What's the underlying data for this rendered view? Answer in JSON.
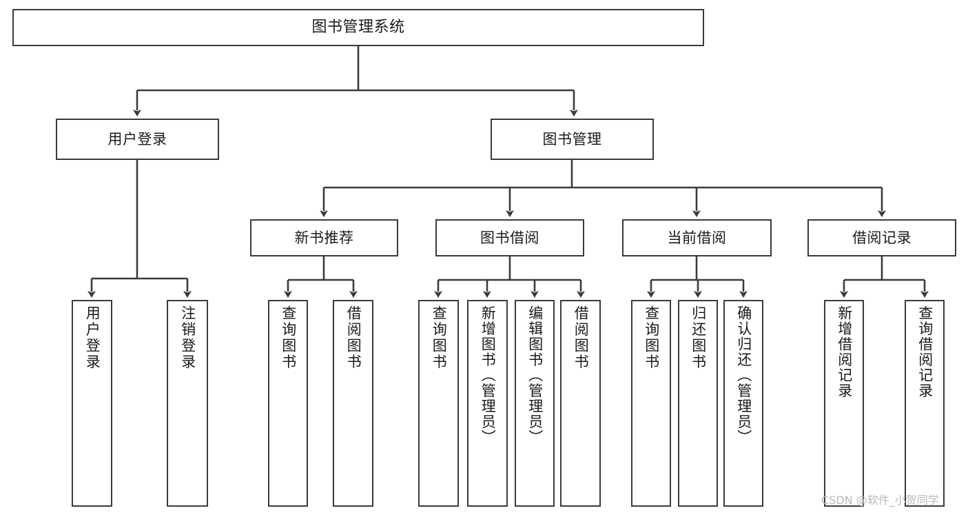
{
  "diagram": {
    "title": "图书管理系统",
    "type": "tree-hierarchy-chart",
    "root": {
      "id": "root",
      "label": "图书管理系统"
    },
    "level1": [
      {
        "id": "user-login",
        "label": "用户登录"
      },
      {
        "id": "book-manage",
        "label": "图书管理"
      }
    ],
    "level2": [
      {
        "id": "new-book-rec",
        "label": "新书推荐",
        "parent": "book-manage"
      },
      {
        "id": "book-borrow",
        "label": "图书借阅",
        "parent": "book-manage"
      },
      {
        "id": "current-borrow",
        "label": "当前借阅",
        "parent": "book-manage"
      },
      {
        "id": "borrow-record",
        "label": "借阅记录",
        "parent": "book-manage"
      }
    ],
    "leaves": {
      "user_login": [
        {
          "id": "leaf-user-login",
          "label": "用户登录"
        },
        {
          "id": "leaf-logout",
          "label": "注销登录"
        }
      ],
      "new_book_rec": [
        {
          "id": "leaf-query-book-1",
          "label": "查询图书"
        },
        {
          "id": "leaf-borrow-book-1",
          "label": "借阅图书"
        }
      ],
      "book_borrow": [
        {
          "id": "leaf-query-book-2",
          "label": "查询图书"
        },
        {
          "id": "leaf-add-book",
          "label": "新增图书（管理员）"
        },
        {
          "id": "leaf-edit-book",
          "label": "编辑图书（管理员）"
        },
        {
          "id": "leaf-borrow-book-2",
          "label": "借阅图书"
        }
      ],
      "current_borrow": [
        {
          "id": "leaf-query-book-3",
          "label": "查询图书"
        },
        {
          "id": "leaf-return-book",
          "label": "归还图书"
        },
        {
          "id": "leaf-confirm-return",
          "label": "确认归还（管理员）"
        }
      ],
      "borrow_record": [
        {
          "id": "leaf-add-record",
          "label": "新增借阅记录"
        },
        {
          "id": "leaf-query-record",
          "label": "查询借阅记录"
        }
      ]
    }
  },
  "watermark": {
    "text": "CSDN @软件_小贺同学"
  },
  "colors": {
    "stroke": "#3a3a3a",
    "fill": "#ffffff",
    "text": "#1a1a1a",
    "watermark": "#b9b9b9"
  }
}
